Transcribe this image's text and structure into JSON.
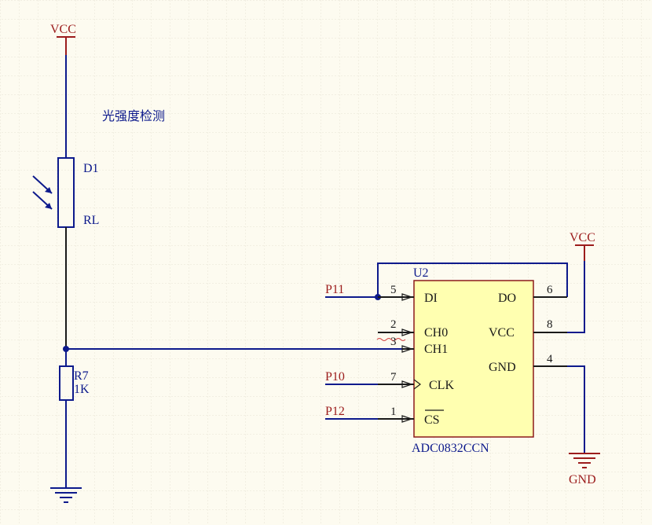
{
  "power": {
    "vcc_top": "VCC",
    "vcc_right": "VCC",
    "gnd_right": "GND"
  },
  "d1": {
    "designator": "D1",
    "value": "RL"
  },
  "r7": {
    "designator": "R7",
    "value": "1K"
  },
  "note": "光强度检测",
  "u2": {
    "designator": "U2",
    "part": "ADC0832CCN",
    "pins": {
      "di": {
        "name": "DI",
        "num": "5"
      },
      "ch0": {
        "name": "CH0",
        "num": "2"
      },
      "ch1": {
        "name": "CH1",
        "num": "3"
      },
      "clk": {
        "name": "CLK",
        "num": "7"
      },
      "cs": {
        "name": "CS",
        "num": "1"
      },
      "do": {
        "name": "DO",
        "num": "6"
      },
      "vcc": {
        "name": "VCC",
        "num": "8"
      },
      "gnd": {
        "name": "GND",
        "num": "4"
      }
    }
  },
  "nets": {
    "p11": "P11",
    "p10": "P10",
    "p12": "P12"
  },
  "colors": {
    "background": "#fdfbf0",
    "grid": "#e6e3d4",
    "wire": "#0d1a8c",
    "power": "#9c1c1c",
    "ic_fill": "#ffffb0",
    "ic_border": "#8c1a1a"
  }
}
